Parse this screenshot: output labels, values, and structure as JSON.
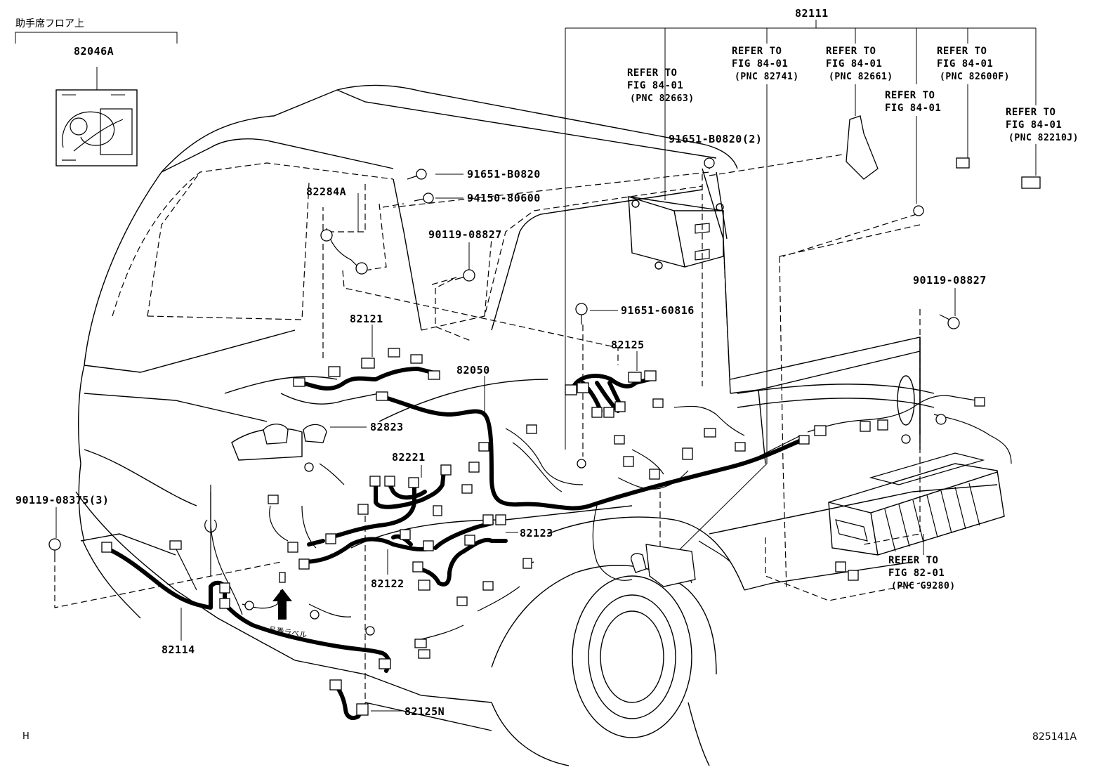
{
  "diagram": {
    "figure_code": "825141A",
    "corner_mark": "H",
    "parts": {
      "p82046A": "82046A",
      "p82111": "82111",
      "p82284A": "82284A",
      "p82121": "82121",
      "p82050": "82050",
      "p82125": "82125",
      "p82823": "82823",
      "p82221": "82221",
      "p82123": "82123",
      "p82122": "82122",
      "p82114": "82114",
      "p82125N": "82125N",
      "b91651_B0820": "91651-B0820",
      "b94150_80600": "94150-80600",
      "b90119_08827_a": "90119-08827",
      "b91651_60816": "91651-60816",
      "b91651_B0820_2": "91651-B0820(2)",
      "b90119_08827_b": "90119-08827",
      "b90119_08375_3": "90119-08375(3)"
    },
    "notes": {
      "passenger_floor": "助手席フロア上",
      "part_no_label": "品番ラベル"
    },
    "refs": {
      "r1": [
        "REFER TO",
        "FIG 84-01",
        "(PNC 82663)"
      ],
      "r2": [
        "REFER TO",
        "FIG 84-01",
        "(PNC 82741)"
      ],
      "r3": [
        "REFER TO",
        "FIG 84-01",
        "(PNC 82661)"
      ],
      "r4": [
        "REFER TO",
        "FIG 84-01"
      ],
      "r5": [
        "REFER TO",
        "FIG 84-01",
        "(PNC 82600F)"
      ],
      "r6": [
        "REFER TO",
        "FIG 84-01",
        "(PNC 82210J)"
      ],
      "r7": [
        "REFER TO",
        "FIG 82-01",
        "(PNC G9280)"
      ]
    }
  }
}
